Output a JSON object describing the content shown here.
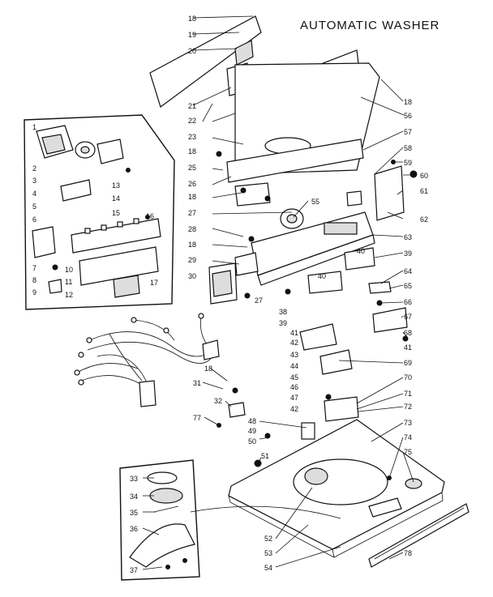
{
  "title": "AUTOMATIC WASHER",
  "callouts": {
    "c1": "1",
    "c2": "2",
    "c3": "3",
    "c4": "4",
    "c5": "5",
    "c6": "6",
    "c7": "7",
    "c8": "8",
    "c9": "9",
    "c10": "10",
    "c11": "11",
    "c12": "12",
    "c13": "13",
    "c14": "14",
    "c15": "15",
    "c16": "16",
    "c17": "17",
    "c18a": "18",
    "c18b": "18",
    "c18c": "18",
    "c18d": "18",
    "c18e": "18",
    "c18f": "18",
    "c19": "19",
    "c20": "20",
    "c21": "21",
    "c22": "22",
    "c23": "23",
    "c25": "25",
    "c26": "26",
    "c27a": "27",
    "c27b": "27",
    "c28": "28",
    "c29": "29",
    "c30": "30",
    "c31": "31",
    "c32": "32",
    "c33": "33",
    "c34": "34",
    "c35": "35",
    "c36": "36",
    "c37": "37",
    "c38": "38",
    "c39a": "39",
    "c39b": "39",
    "c40a": "40",
    "c40b": "40",
    "c41a": "41",
    "c41b": "41",
    "c42a": "42",
    "c42b": "42",
    "c43": "43",
    "c44": "44",
    "c45": "45",
    "c46": "46",
    "c47": "47",
    "c48": "48",
    "c49": "49",
    "c50": "50",
    "c51": "51",
    "c52": "52",
    "c53": "53",
    "c54": "54",
    "c55": "55",
    "c56": "56",
    "c57": "57",
    "c58": "58",
    "c59": "59",
    "c60": "60",
    "c61": "61",
    "c62": "62",
    "c63": "63",
    "c64": "64",
    "c65": "65",
    "c66": "66",
    "c67": "67",
    "c68": "68",
    "c69": "69",
    "c70": "70",
    "c71": "71",
    "c72": "72",
    "c73": "73",
    "c74": "74",
    "c75": "75",
    "c77": "77",
    "c78": "78"
  }
}
